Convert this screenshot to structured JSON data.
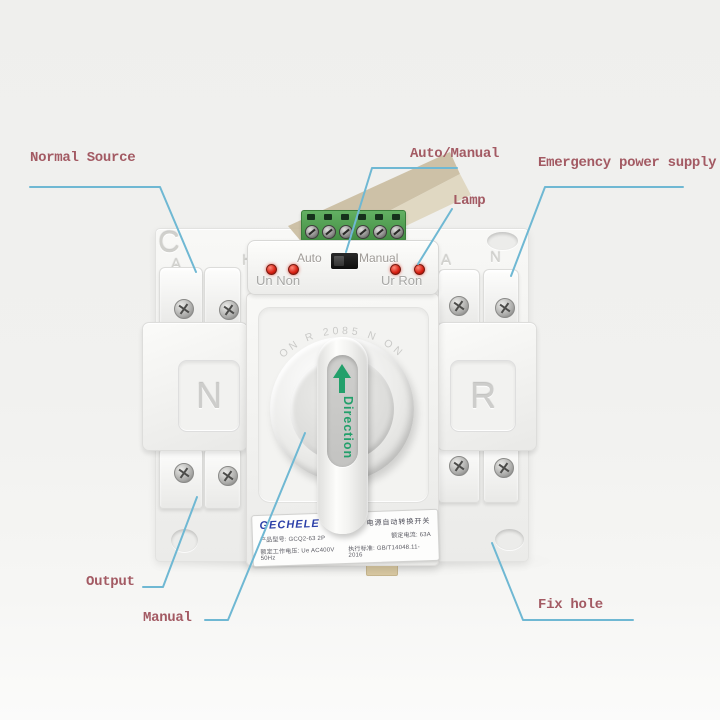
{
  "annotations": {
    "normal_source": "Normal Source",
    "auto_manual": "Auto/Manual",
    "lamp": "Lamp",
    "emergency_power_supply": "Emergency power supply",
    "output": "Output",
    "manual": "Manual",
    "fix_hole": "Fix hole"
  },
  "device": {
    "mode_panel": {
      "auto": "Auto",
      "manual": "Manual",
      "left_leds_label": "Un Non",
      "right_leds_label": "Ur Ron"
    },
    "handle": {
      "direction_label": "Direction"
    },
    "poles": {
      "left": "N",
      "right": "R"
    },
    "plate_marks": [
      "C",
      "A",
      "H",
      "A",
      "N"
    ],
    "arc_emboss": "ON   R   2085   N   ON",
    "nameplate": {
      "brand": "GECHELE",
      "product_title_cn": "电源自动转换开关",
      "model": "产品型号: GCQ2-63  2P",
      "rated_current": "额定电流: 63A",
      "rated_voltage": "额定工作电压: Ue AC400V 50Hz",
      "standard": "执行标准: GB/T14048.11-2016"
    }
  },
  "colors": {
    "annotation_text": "#a35a63",
    "callout_line": "#6fb8d3",
    "terminal_block_green": "#4f9e4f",
    "led_red": "#d61f12",
    "direction_green": "#23a06b",
    "brand_blue": "#2b3fa8",
    "ribbon_tan": "#cbbb9f"
  }
}
